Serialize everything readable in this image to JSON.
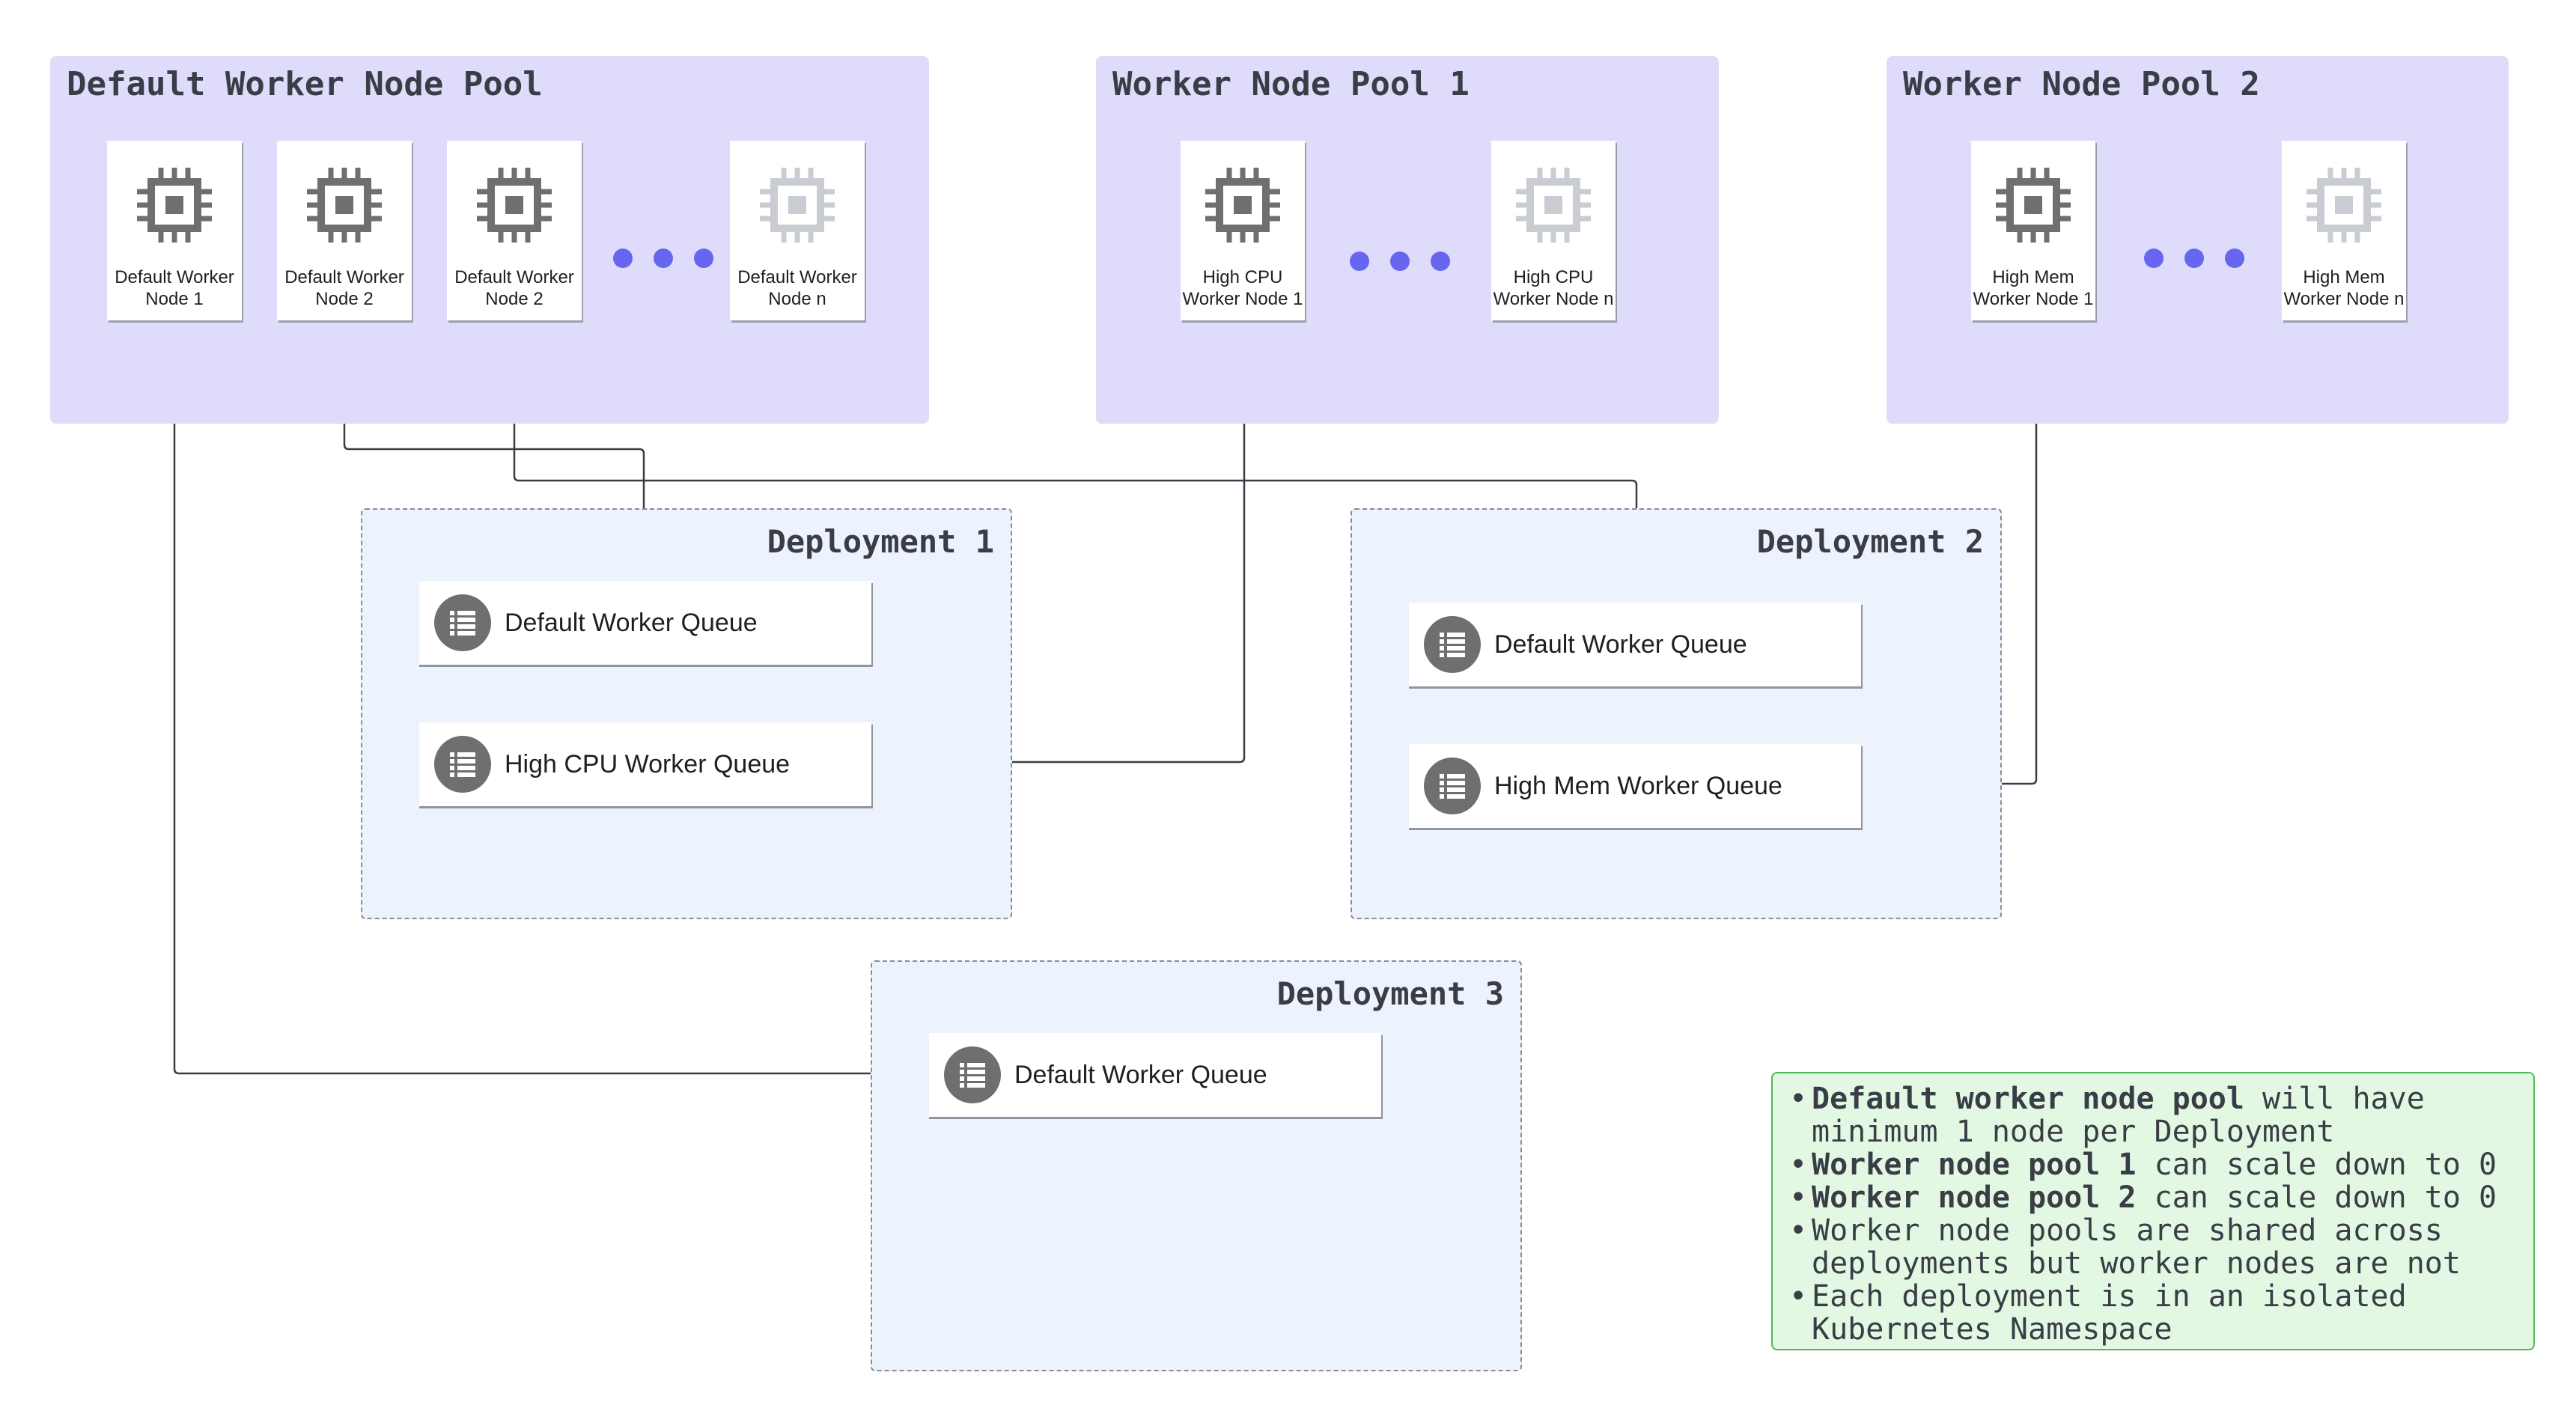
{
  "pools": [
    {
      "id": "default",
      "title": "Default Worker Node Pool",
      "nodes": [
        {
          "label": "Default Worker\nNode 1",
          "faded": false
        },
        {
          "label": "Default Worker\nNode 2",
          "faded": false
        },
        {
          "label": "Default Worker\nNode 2",
          "faded": false
        },
        {
          "label": "Default Worker\nNode n",
          "faded": true
        }
      ]
    },
    {
      "id": "pool1",
      "title": "Worker Node Pool 1",
      "nodes": [
        {
          "label": "High CPU\nWorker Node 1",
          "faded": false
        },
        {
          "label": "High CPU\nWorker Node n",
          "faded": true
        }
      ]
    },
    {
      "id": "pool2",
      "title": "Worker Node Pool 2",
      "nodes": [
        {
          "label": "High Mem\nWorker Node 1",
          "faded": false
        },
        {
          "label": "High Mem\nWorker Node n",
          "faded": true
        }
      ]
    }
  ],
  "deployments": [
    {
      "title": "Deployment 1",
      "queues": [
        {
          "label": "Default Worker Queue"
        },
        {
          "label": "High CPU Worker Queue"
        }
      ]
    },
    {
      "title": "Deployment 2",
      "queues": [
        {
          "label": "Default Worker Queue"
        },
        {
          "label": "High Mem Worker Queue"
        }
      ]
    },
    {
      "title": "Deployment 3",
      "queues": [
        {
          "label": "Default Worker Queue"
        }
      ]
    }
  ],
  "notes": [
    {
      "bold": "Default worker node pool",
      "text": " will have minimum 1 node per Deployment"
    },
    {
      "bold": "Worker node pool 1",
      "text": " can scale down to 0"
    },
    {
      "bold": "Worker node pool 2",
      "text": " can scale down to 0"
    },
    {
      "bold": "",
      "text": "Worker node pools are shared across deployments but worker nodes are not"
    },
    {
      "bold": "",
      "text": "Each deployment is in an isolated Kubernetes Namespace"
    }
  ],
  "colors": {
    "pool_bg": "#dedcfa",
    "deployment_bg": "#edf3fd",
    "ellipsis_dot": "#6666f0",
    "notes_bg": "#e2f8e3",
    "notes_border": "#52b95a",
    "wire": "#3a3d45"
  },
  "icons": {
    "node": "cpu-chip-icon",
    "queue": "queue-list-icon"
  }
}
